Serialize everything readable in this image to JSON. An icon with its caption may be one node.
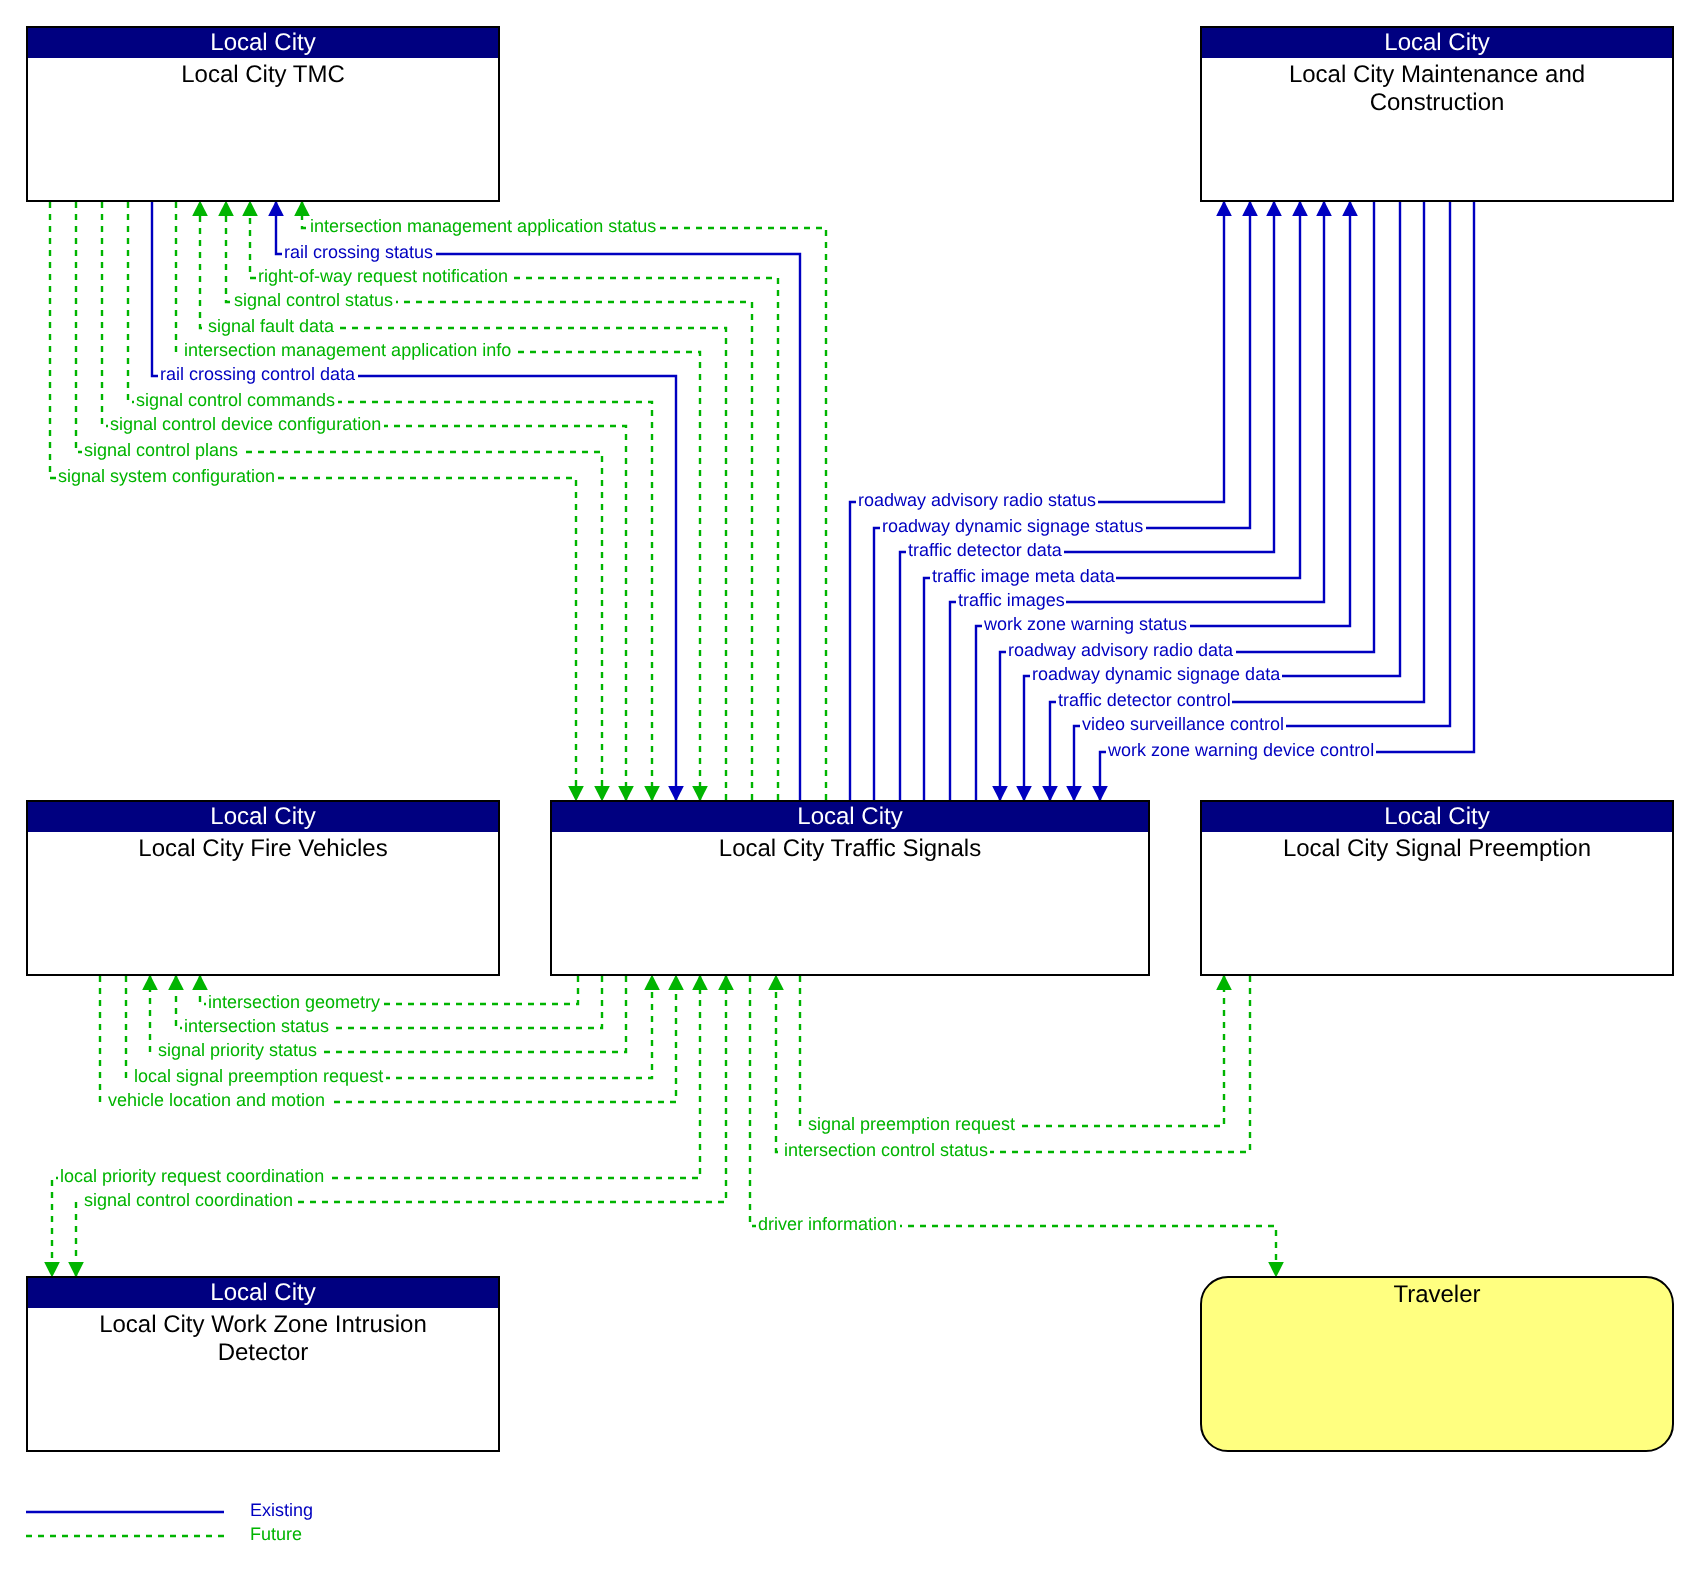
{
  "diagram": {
    "nodes": [
      {
        "text": [
          "Local City",
          "Local City TMC"
        ]
      },
      {
        "text": [
          "Local City",
          "Local City Maintenance and Construction"
        ]
      },
      {
        "text": [
          "Local City",
          "Local City Fire Vehicles"
        ]
      },
      {
        "text": [
          "Local City",
          "Local City Traffic Signals"
        ]
      },
      {
        "text": [
          "Local City",
          "Local City Signal Preemption"
        ]
      },
      {
        "text": [
          "Local City",
          "Local City Work Zone Intrusion Detector"
        ]
      },
      {
        "text": [
          "Traveler"
        ]
      }
    ],
    "edges": [
      {
        "from": 3,
        "to": 0,
        "arrow": "to",
        "label": "intersection management application status",
        "style": "dashed"
      },
      {
        "from": 3,
        "to": 0,
        "arrow": "to",
        "label": "rail crossing status",
        "color": "#0000c0"
      },
      {
        "from": 3,
        "to": 0,
        "arrow": "to",
        "label": "right-of-way request notification",
        "style": "dashed"
      },
      {
        "from": 3,
        "to": 0,
        "arrow": "to",
        "label": "signal control status",
        "style": "dashed"
      },
      {
        "from": 3,
        "to": 0,
        "arrow": "to",
        "label": "signal fault data",
        "style": "dashed"
      },
      {
        "from": 0,
        "to": 3,
        "arrow": "to",
        "label": "intersection management application info",
        "style": "dashed"
      },
      {
        "from": 0,
        "to": 3,
        "arrow": "to",
        "label": "rail crossing control data",
        "color": "#0000c0"
      },
      {
        "from": 0,
        "to": 3,
        "arrow": "to",
        "label": "signal control commands",
        "style": "dashed"
      },
      {
        "from": 0,
        "to": 3,
        "arrow": "to",
        "label": "signal control device configuration",
        "style": "dashed"
      },
      {
        "from": 0,
        "to": 3,
        "arrow": "to",
        "label": "signal control plans",
        "style": "dashed"
      },
      {
        "from": 0,
        "to": 3,
        "arrow": "to",
        "label": "signal system configuration",
        "style": "dashed"
      },
      {
        "from": 3,
        "to": 1,
        "arrow": "to",
        "label": "roadway advisory radio status",
        "color": "#0000c0"
      },
      {
        "from": 3,
        "to": 1,
        "arrow": "to",
        "label": "roadway dynamic signage status",
        "color": "#0000c0"
      },
      {
        "from": 3,
        "to": 1,
        "arrow": "to",
        "label": "traffic detector data",
        "color": "#0000c0"
      },
      {
        "from": 3,
        "to": 1,
        "arrow": "to",
        "label": "traffic image meta data",
        "color": "#0000c0"
      },
      {
        "from": 3,
        "to": 1,
        "arrow": "to",
        "label": "traffic images",
        "color": "#0000c0"
      },
      {
        "from": 3,
        "to": 1,
        "arrow": "to",
        "label": "work zone warning status",
        "color": "#0000c0"
      },
      {
        "from": 1,
        "to": 3,
        "arrow": "to",
        "label": "roadway advisory radio data",
        "color": "#0000c0"
      },
      {
        "from": 1,
        "to": 3,
        "arrow": "to",
        "label": "roadway dynamic signage data",
        "color": "#0000c0"
      },
      {
        "from": 1,
        "to": 3,
        "arrow": "to",
        "label": "traffic detector control",
        "color": "#0000c0"
      },
      {
        "from": 1,
        "to": 3,
        "arrow": "to",
        "label": "video surveillance control",
        "color": "#0000c0"
      },
      {
        "from": 1,
        "to": 3,
        "arrow": "to",
        "label": "work zone warning device control",
        "color": "#0000c0"
      },
      {
        "from": 3,
        "to": 2,
        "arrow": "to",
        "label": "intersection geometry",
        "style": "dashed"
      },
      {
        "from": 3,
        "to": 2,
        "arrow": "to",
        "label": "intersection status",
        "style": "dashed"
      },
      {
        "from": 3,
        "to": 2,
        "arrow": "to",
        "label": "signal priority status",
        "style": "dashed"
      },
      {
        "from": 2,
        "to": 3,
        "arrow": "to",
        "label": "local signal preemption request",
        "style": "dashed"
      },
      {
        "from": 2,
        "to": 3,
        "arrow": "to",
        "label": "vehicle location and motion",
        "style": "dashed"
      },
      {
        "from": 3,
        "to": 4,
        "arrow": "to",
        "label": "signal preemption request",
        "style": "dashed"
      },
      {
        "from": 4,
        "to": 3,
        "arrow": "to",
        "label": "intersection control status",
        "style": "dashed"
      },
      {
        "from": 3,
        "to": 5,
        "arrow": "both",
        "label": "local priority request coordination",
        "style": "dashed"
      },
      {
        "from": 3,
        "to": 5,
        "arrow": "both",
        "label": "signal control coordination",
        "style": "dashed"
      },
      {
        "from": 3,
        "to": 6,
        "arrow": "to",
        "label": "driver information",
        "style": "dashed"
      }
    ],
    "legend": [
      {
        "text": "Existing"
      },
      {
        "text": "Future"
      }
    ]
  }
}
